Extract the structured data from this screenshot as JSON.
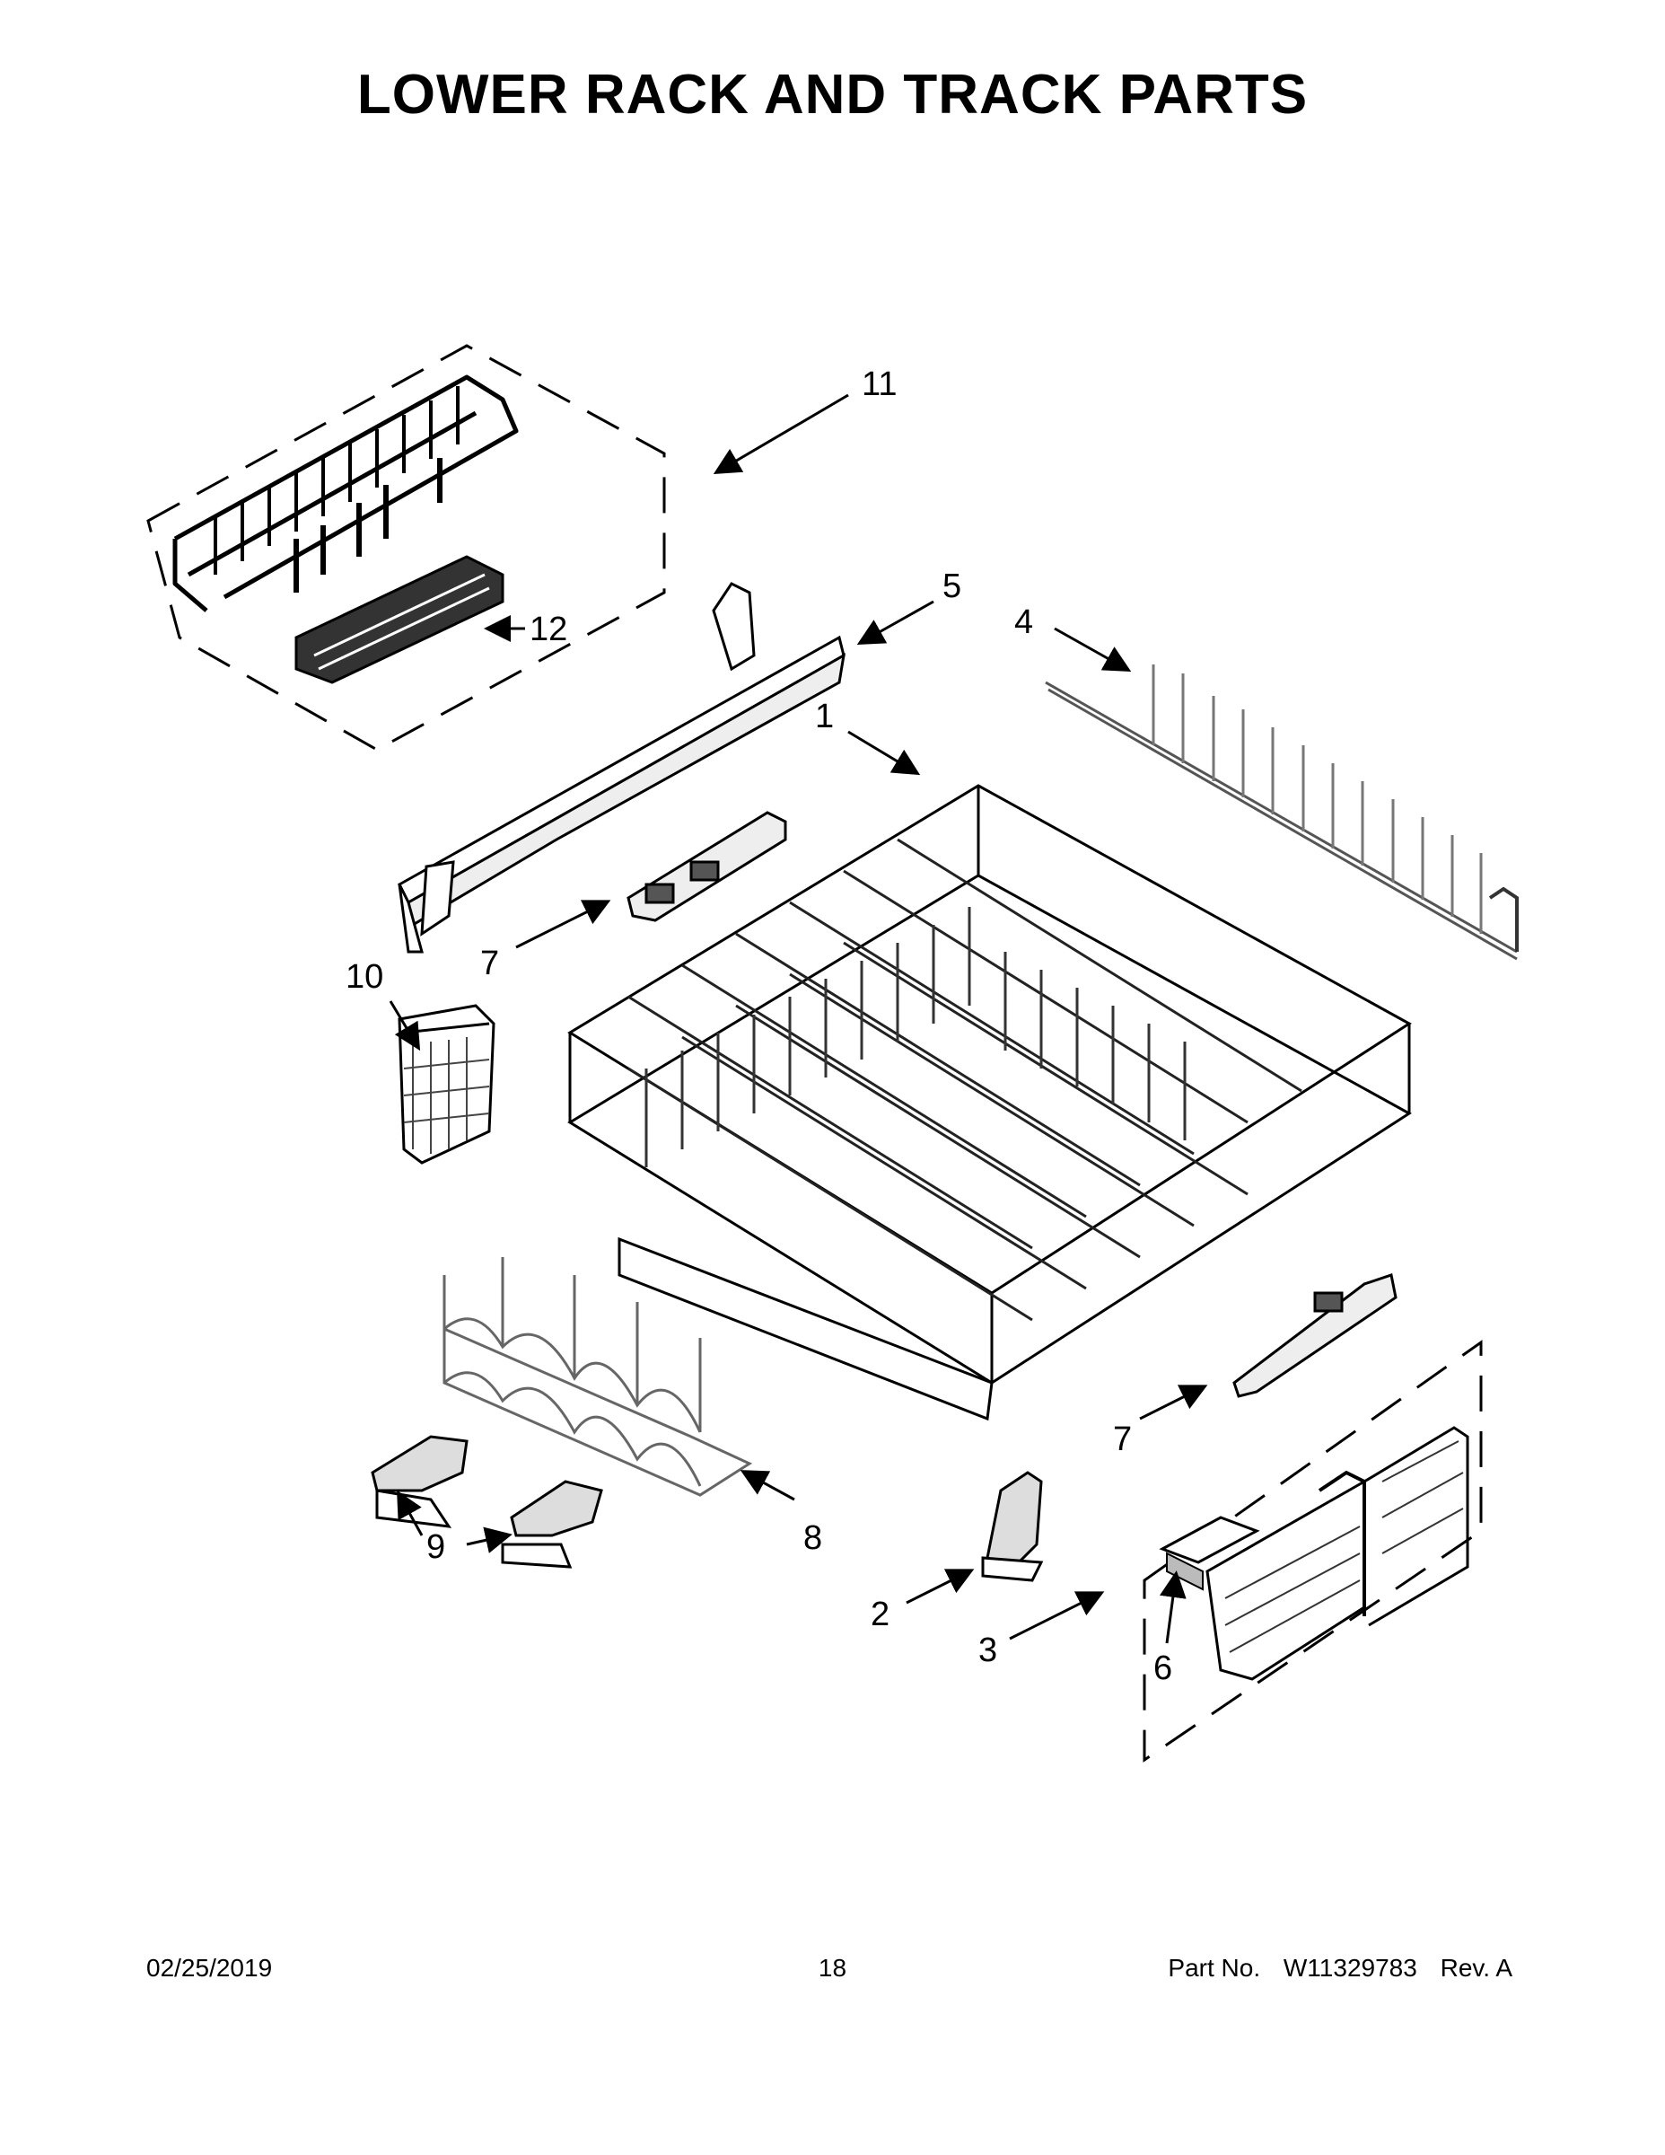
{
  "title": "LOWER RACK AND TRACK PARTS",
  "callouts": [
    {
      "id": "c1",
      "label": "1"
    },
    {
      "id": "c2",
      "label": "2"
    },
    {
      "id": "c3",
      "label": "3"
    },
    {
      "id": "c4",
      "label": "4"
    },
    {
      "id": "c5",
      "label": "5"
    },
    {
      "id": "c6",
      "label": "6"
    },
    {
      "id": "c7a",
      "label": "7"
    },
    {
      "id": "c7b",
      "label": "7"
    },
    {
      "id": "c8",
      "label": "8"
    },
    {
      "id": "c9",
      "label": "9"
    },
    {
      "id": "c10",
      "label": "10"
    },
    {
      "id": "c11",
      "label": "11"
    },
    {
      "id": "c12",
      "label": "12"
    }
  ],
  "footer": {
    "date": "02/25/2019",
    "page": "18",
    "part_label": "Part No.",
    "part_number": "W11329783",
    "revision": "Rev. A"
  }
}
